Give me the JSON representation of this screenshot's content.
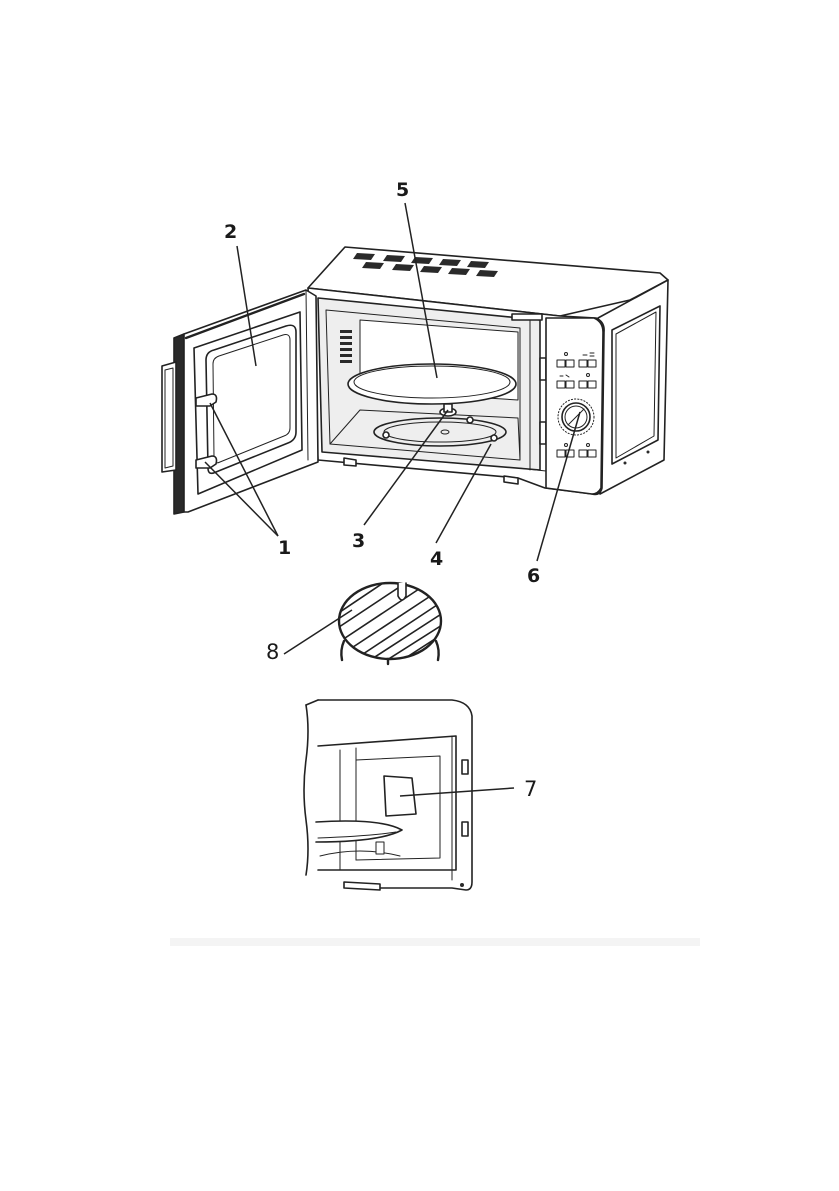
{
  "callouts": {
    "door_hooks": "1",
    "door_window": "2",
    "turntable_shaft": "3",
    "roller_ring": "4",
    "glass_tray": "5",
    "control_panel": "6",
    "waveguide_cover": "7",
    "grill_rack": "8"
  },
  "colors": {
    "line": "#222222",
    "background": "#ffffff"
  }
}
